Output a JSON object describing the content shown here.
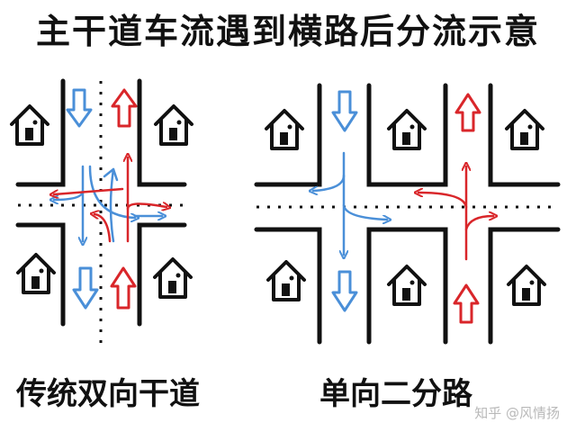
{
  "title": "主干道车流遇到横路后分流示意",
  "captions": {
    "left": "传统双向干道",
    "right": "单向二分路"
  },
  "watermark": "知乎 @风情扬",
  "colors": {
    "ink": "#111111",
    "blue": "#4a8fd8",
    "red": "#d9262a",
    "background": "#ffffff"
  }
}
